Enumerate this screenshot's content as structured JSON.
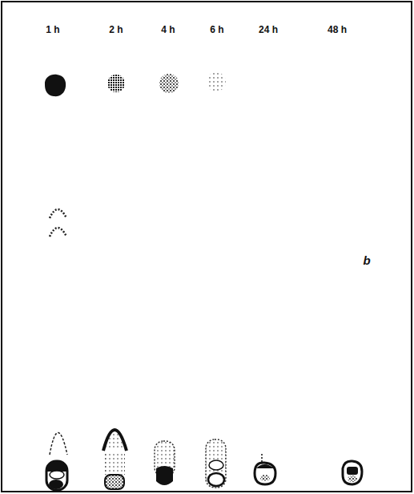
{
  "diagram": {
    "labels": [
      "1 h",
      "2 h",
      "4 h",
      "6 h",
      "24 h",
      "48 h",
      "b"
    ]
  }
}
